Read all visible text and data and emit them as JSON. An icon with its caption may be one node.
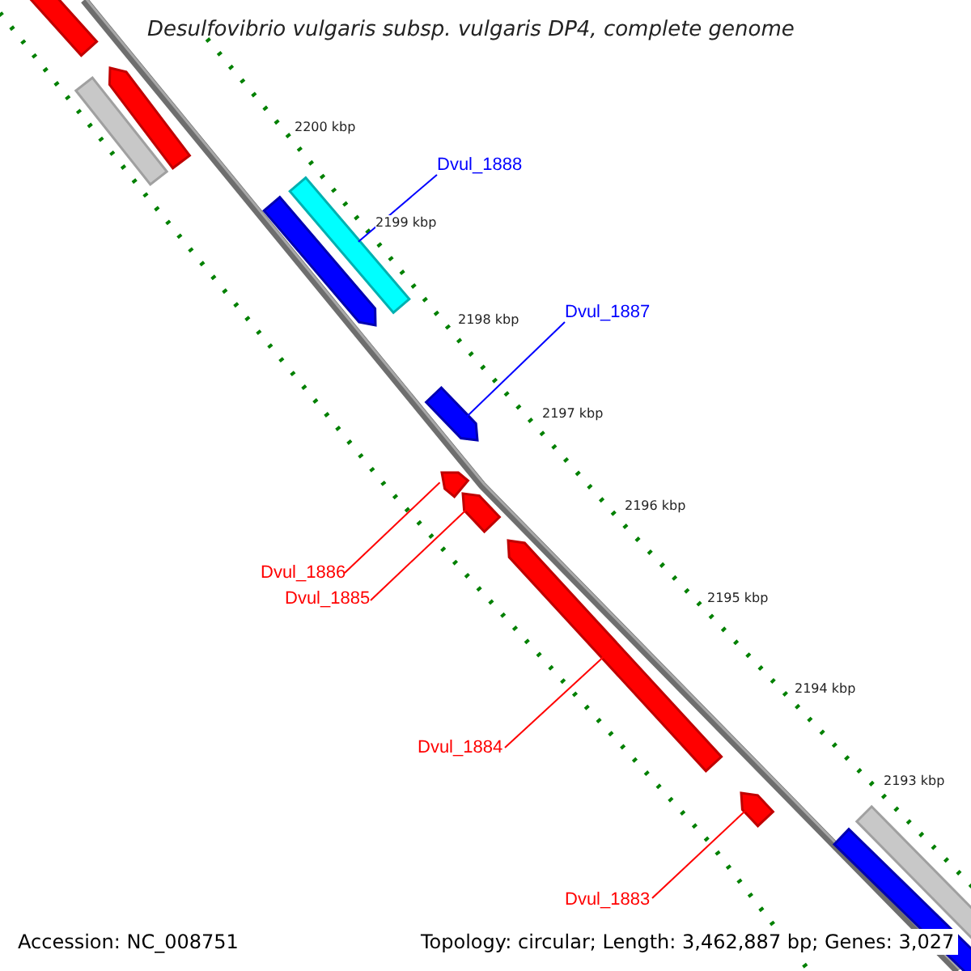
{
  "diagram": {
    "title": "Desulfovibrio vulgaris subsp. vulgaris DP4, complete genome",
    "nodes": [
      {
        "text": [],
        "shape": "bar"
      },
      {
        "text": [],
        "shape": "bar"
      },
      {
        "text": [],
        "shape": "bar"
      },
      {
        "text": [],
        "shape": "bar"
      },
      {
        "text": [],
        "shape": "bar"
      },
      {
        "text": [
          "Dvul_1888"
        ]
      },
      {
        "text": [],
        "shape": "bar"
      },
      {
        "text": [
          "Dvul_1887"
        ]
      },
      {
        "text": [],
        "shape": "bar"
      },
      {
        "text": [],
        "shape": "bar"
      },
      {
        "text": [
          "Dvul_1886"
        ]
      },
      {
        "text": [
          "Dvul_1885"
        ]
      },
      {
        "text": [],
        "shape": "bar"
      },
      {
        "text": [
          "Dvul_1884"
        ]
      },
      {
        "text": [],
        "shape": "bar"
      },
      {
        "text": [
          "Dvul_1883"
        ]
      },
      {
        "text": [],
        "shape": "bar"
      },
      {
        "text": [],
        "shape": "bar"
      }
    ],
    "edges": [
      {
        "from": 5,
        "to": 4,
        "arrow": "none",
        "color": "#0000ff"
      },
      {
        "from": 7,
        "to": 6,
        "arrow": "none",
        "color": "#0000ff"
      },
      {
        "from": 10,
        "to": 8,
        "arrow": "none"
      },
      {
        "from": 11,
        "to": 9,
        "arrow": "none"
      },
      {
        "from": 13,
        "to": 12,
        "arrow": "none"
      },
      {
        "from": 15,
        "to": 14,
        "arrow": "none"
      }
    ],
    "labels": [
      "2200 kbp",
      "2199 kbp",
      "2198 kbp",
      "2197 kbp",
      "2196 kbp",
      "2195 kbp",
      "2194 kbp",
      "2193 kbp",
      "Accession: NC_008751",
      "Topology: circular; Length: 3,462,887 bp; Genes: 3,027"
    ]
  }
}
